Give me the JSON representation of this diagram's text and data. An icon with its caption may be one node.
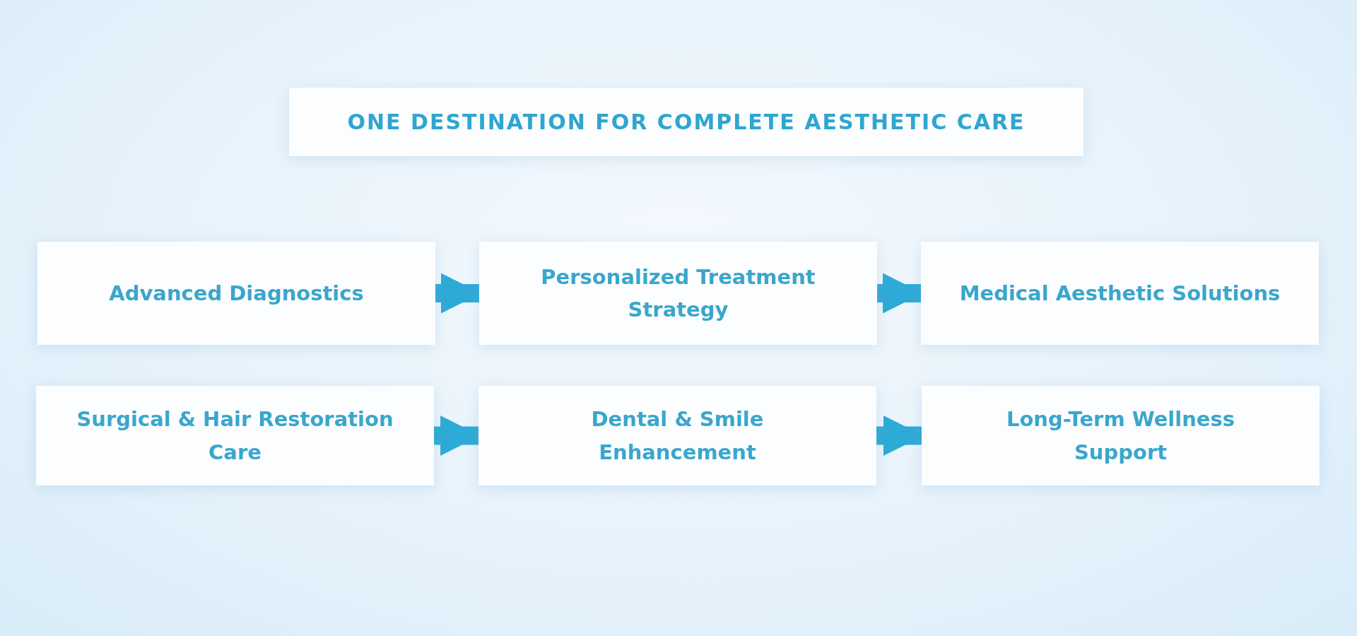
{
  "diagram": {
    "title": "ONE DESTINATION FOR COMPLETE AESTHETIC CARE",
    "nodes": [
      {
        "text": [
          "Advanced Diagnostics"
        ]
      },
      {
        "text": [
          "Personalized Treatment Strategy"
        ]
      },
      {
        "text": [
          "Medical Aesthetic Solutions"
        ]
      },
      {
        "text": [
          "Surgical & Hair Restoration Care"
        ]
      },
      {
        "text": [
          "Dental & Smile Enhancement"
        ]
      },
      {
        "text": [
          "Long-Term Wellness Support"
        ]
      }
    ],
    "edges": [
      {
        "from": 0,
        "to": 1,
        "arrow": "to"
      },
      {
        "from": 1,
        "to": 2,
        "arrow": "to"
      },
      {
        "from": 3,
        "to": 4,
        "arrow": "to"
      },
      {
        "from": 4,
        "to": 5,
        "arrow": "to"
      }
    ]
  }
}
